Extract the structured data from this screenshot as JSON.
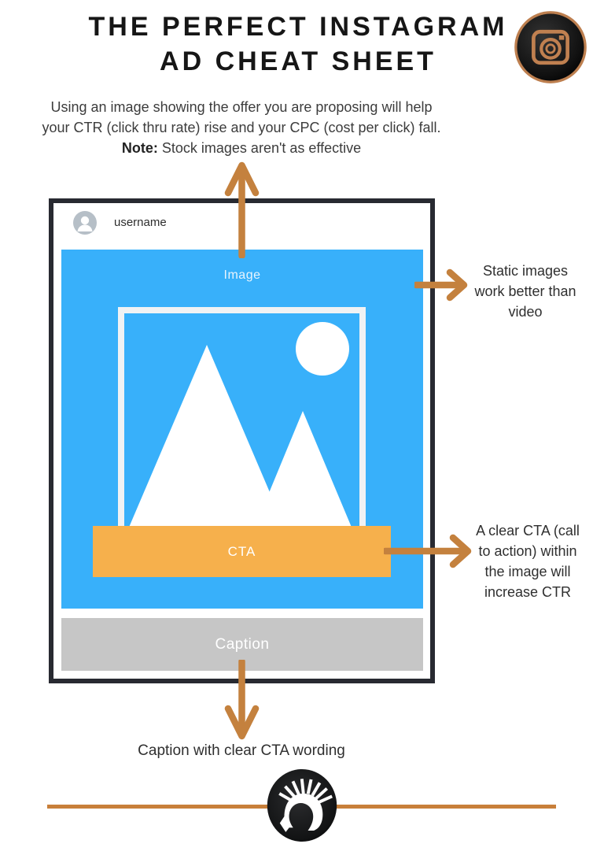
{
  "header": {
    "title_line1": "THE PERFECT INSTAGRAM",
    "title_line2": "AD CHEAT SHEET",
    "logo_icon": "instagram-camera-icon"
  },
  "intro": {
    "line1": "Using an image showing the offer you are proposing will help",
    "line2": "your CTR (click thru rate) rise and your CPC (cost per click) fall.",
    "note_label": "Note:",
    "note_text": "Stock images aren't as effective"
  },
  "post_mockup": {
    "avatar_icon": "person-avatar-icon",
    "username": "username",
    "image_label": "Image",
    "image_placeholder_icon": "mountains-sun-photo-icon",
    "cta_label": "CTA",
    "caption_label": "Caption"
  },
  "annotations": {
    "right_top": [
      "Static images",
      "work better than",
      "video"
    ],
    "right_bottom": [
      "A clear CTA (call",
      "to action) within",
      "the image will",
      "increase CTR"
    ],
    "bottom": "Caption with clear CTA wording"
  },
  "footer": {
    "logo_icon": "spartan-helmet-icon"
  },
  "colors": {
    "arrow_copper": "#c4813e",
    "divider_copper": "#c87f3a",
    "image_blue": "#38b0fa",
    "cta_orange": "#f6b04c",
    "caption_gray": "#c6c6c6",
    "card_border": "#282a31",
    "badge_copper": "#bd7f4f",
    "badge_black": "#141414"
  }
}
